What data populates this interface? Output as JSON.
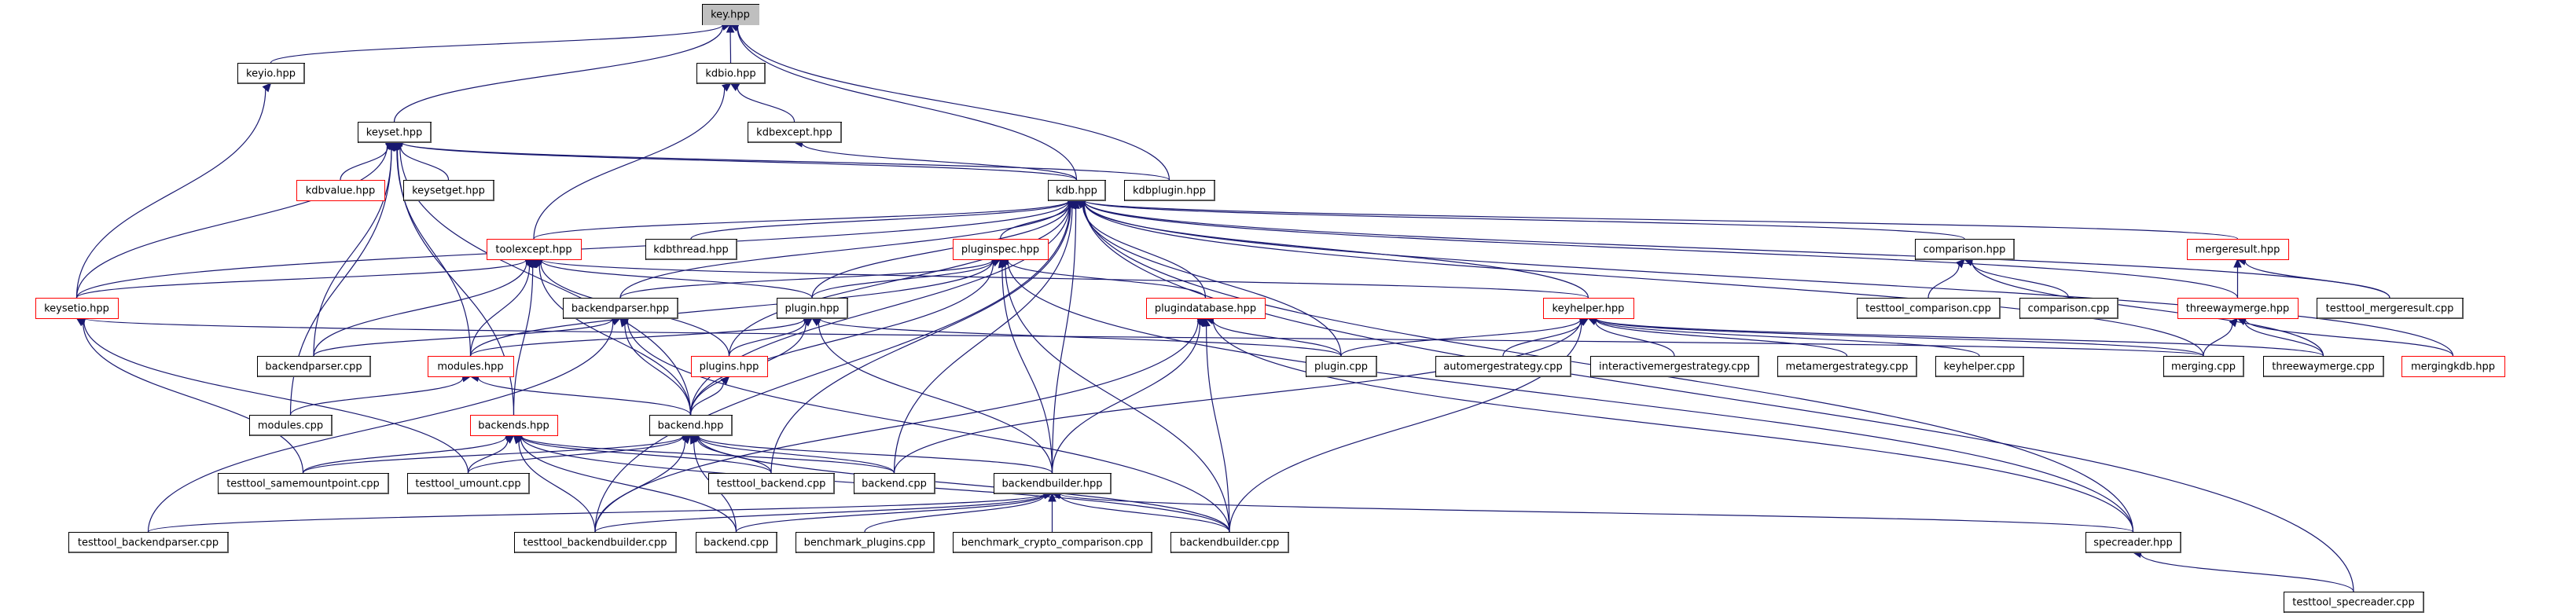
{
  "diagram": {
    "title": "key.hpp",
    "type": "include-dependency-graph",
    "colors": {
      "edge": "#191970",
      "border_documented": "#000000",
      "border_undocumented": "#ff0000",
      "root_fill": "#bfbfbf"
    },
    "nodes": [
      {
        "id": "key_hpp",
        "label": "key.hpp",
        "style": "root"
      },
      {
        "id": "keyio_hpp",
        "label": "keyio.hpp",
        "style": "normal"
      },
      {
        "id": "kdbio_hpp",
        "label": "kdbio.hpp",
        "style": "normal"
      },
      {
        "id": "keyset_hpp",
        "label": "keyset.hpp",
        "style": "normal"
      },
      {
        "id": "kdbexcept_hpp",
        "label": "kdbexcept.hpp",
        "style": "normal"
      },
      {
        "id": "kdbvalue_hpp",
        "label": "kdbvalue.hpp",
        "style": "red"
      },
      {
        "id": "keysetget_hpp",
        "label": "keysetget.hpp",
        "style": "normal"
      },
      {
        "id": "kdb_hpp",
        "label": "kdb.hpp",
        "style": "normal"
      },
      {
        "id": "kdbplugin_hpp",
        "label": "kdbplugin.hpp",
        "style": "normal"
      },
      {
        "id": "toolexcept_hpp",
        "label": "toolexcept.hpp",
        "style": "red"
      },
      {
        "id": "kdbthread_hpp",
        "label": "kdbthread.hpp",
        "style": "normal"
      },
      {
        "id": "pluginspec_hpp",
        "label": "pluginspec.hpp",
        "style": "red"
      },
      {
        "id": "comparison_hpp",
        "label": "comparison.hpp",
        "style": "normal"
      },
      {
        "id": "mergeresult_hpp",
        "label": "mergeresult.hpp",
        "style": "red"
      },
      {
        "id": "keysetio_hpp",
        "label": "keysetio.hpp",
        "style": "red"
      },
      {
        "id": "backendparser_hpp",
        "label": "backendparser.hpp",
        "style": "normal"
      },
      {
        "id": "plugin_hpp",
        "label": "plugin.hpp",
        "style": "normal"
      },
      {
        "id": "plugindatabase_hpp",
        "label": "plugindatabase.hpp",
        "style": "red"
      },
      {
        "id": "keyhelper_hpp",
        "label": "keyhelper.hpp",
        "style": "red"
      },
      {
        "id": "testtool_comparison_cpp",
        "label": "testtool_comparison.cpp",
        "style": "normal"
      },
      {
        "id": "comparison_cpp",
        "label": "comparison.cpp",
        "style": "normal"
      },
      {
        "id": "threewaymerge_hpp",
        "label": "threewaymerge.hpp",
        "style": "red"
      },
      {
        "id": "testtool_mergeresult_cpp",
        "label": "testtool_mergeresult.cpp",
        "style": "normal"
      },
      {
        "id": "backendparser_cpp",
        "label": "backendparser.cpp",
        "style": "normal"
      },
      {
        "id": "modules_hpp",
        "label": "modules.hpp",
        "style": "red"
      },
      {
        "id": "plugins_hpp",
        "label": "plugins.hpp",
        "style": "red"
      },
      {
        "id": "plugin_cpp",
        "label": "plugin.cpp",
        "style": "normal"
      },
      {
        "id": "automergestrategy_cpp",
        "label": "automergestrategy.cpp",
        "style": "normal"
      },
      {
        "id": "interactivemergestrategy_cpp",
        "label": "interactivemergestrategy.cpp",
        "style": "normal"
      },
      {
        "id": "metamergestrategy_cpp",
        "label": "metamergestrategy.cpp",
        "style": "normal"
      },
      {
        "id": "keyhelper_cpp",
        "label": "keyhelper.cpp",
        "style": "normal"
      },
      {
        "id": "merging_cpp",
        "label": "merging.cpp",
        "style": "normal"
      },
      {
        "id": "threewaymerge_cpp",
        "label": "threewaymerge.cpp",
        "style": "normal"
      },
      {
        "id": "mergingkdb_hpp",
        "label": "mergingkdb.hpp",
        "style": "red"
      },
      {
        "id": "modules_cpp",
        "label": "modules.cpp",
        "style": "normal"
      },
      {
        "id": "backends_hpp",
        "label": "backends.hpp",
        "style": "red"
      },
      {
        "id": "backend_hpp",
        "label": "backend.hpp",
        "style": "normal"
      },
      {
        "id": "testtool_samemountpoint_cpp",
        "label": "testtool_samemountpoint.cpp",
        "style": "normal"
      },
      {
        "id": "testtool_umount_cpp",
        "label": "testtool_umount.cpp",
        "style": "normal"
      },
      {
        "id": "testtool_backend_cpp",
        "label": "testtool_backend.cpp",
        "style": "normal"
      },
      {
        "id": "backend_cpp_a",
        "label": "backend.cpp",
        "style": "normal"
      },
      {
        "id": "backendbuilder_hpp",
        "label": "backendbuilder.hpp",
        "style": "normal"
      },
      {
        "id": "testtool_backendparser_cpp",
        "label": "testtool_backendparser.cpp",
        "style": "normal"
      },
      {
        "id": "testtool_backendbuilder_cpp",
        "label": "testtool_backendbuilder.cpp",
        "style": "normal"
      },
      {
        "id": "backend_cpp_b",
        "label": "backend.cpp",
        "style": "normal"
      },
      {
        "id": "benchmark_plugins_cpp",
        "label": "benchmark_plugins.cpp",
        "style": "normal"
      },
      {
        "id": "benchmark_crypto_comparison_cpp",
        "label": "benchmark_crypto_comparison.cpp",
        "style": "normal"
      },
      {
        "id": "backendbuilder_cpp",
        "label": "backendbuilder.cpp",
        "style": "normal"
      },
      {
        "id": "specreader_hpp",
        "label": "specreader.hpp",
        "style": "normal"
      },
      {
        "id": "testtool_specreader_cpp",
        "label": "testtool_specreader.cpp",
        "style": "normal"
      }
    ],
    "edges": [
      [
        "keyio_hpp",
        "key_hpp"
      ],
      [
        "kdbio_hpp",
        "key_hpp"
      ],
      [
        "keyset_hpp",
        "key_hpp"
      ],
      [
        "kdb_hpp",
        "key_hpp"
      ],
      [
        "kdbplugin_hpp",
        "key_hpp"
      ],
      [
        "keysetio_hpp",
        "keyio_hpp"
      ],
      [
        "kdbexcept_hpp",
        "kdbio_hpp"
      ],
      [
        "toolexcept_hpp",
        "kdbio_hpp"
      ],
      [
        "kdbvalue_hpp",
        "keyset_hpp"
      ],
      [
        "keysetget_hpp",
        "keyset_hpp"
      ],
      [
        "kdb_hpp",
        "keyset_hpp"
      ],
      [
        "kdbplugin_hpp",
        "keyset_hpp"
      ],
      [
        "keysetio_hpp",
        "keyset_hpp"
      ],
      [
        "modules_hpp",
        "keyset_hpp"
      ],
      [
        "backendparser_cpp",
        "keyset_hpp"
      ],
      [
        "modules_cpp",
        "keyset_hpp"
      ],
      [
        "backends_hpp",
        "keyset_hpp"
      ],
      [
        "backend_hpp",
        "keyset_hpp"
      ],
      [
        "kdb_hpp",
        "kdbexcept_hpp"
      ],
      [
        "kdbthread_hpp",
        "kdb_hpp"
      ],
      [
        "pluginspec_hpp",
        "kdb_hpp"
      ],
      [
        "plugin_hpp",
        "kdb_hpp"
      ],
      [
        "plugindatabase_hpp",
        "kdb_hpp"
      ],
      [
        "backendparser_hpp",
        "kdb_hpp"
      ],
      [
        "toolexcept_hpp",
        "kdb_hpp"
      ],
      [
        "comparison_hpp",
        "kdb_hpp"
      ],
      [
        "mergeresult_hpp",
        "kdb_hpp"
      ],
      [
        "keyhelper_hpp",
        "kdb_hpp"
      ],
      [
        "threewaymerge_hpp",
        "kdb_hpp"
      ],
      [
        "testtool_mergeresult_cpp",
        "kdb_hpp"
      ],
      [
        "mergingkdb_hpp",
        "kdb_hpp"
      ],
      [
        "plugins_hpp",
        "kdb_hpp"
      ],
      [
        "plugin_cpp",
        "kdb_hpp"
      ],
      [
        "backend_hpp",
        "kdb_hpp"
      ],
      [
        "backend_cpp_a",
        "kdb_hpp"
      ],
      [
        "testtool_backend_cpp",
        "kdb_hpp"
      ],
      [
        "backendbuilder_hpp",
        "kdb_hpp"
      ],
      [
        "merging_cpp",
        "kdb_hpp"
      ],
      [
        "specreader_hpp",
        "kdb_hpp"
      ],
      [
        "testtool_specreader_cpp",
        "kdb_hpp"
      ],
      [
        "testtool_backendbuilder_cpp",
        "kdb_hpp"
      ],
      [
        "keysetio_hpp",
        "kdb_hpp"
      ],
      [
        "keysetio_hpp",
        "toolexcept_hpp"
      ],
      [
        "backendparser_cpp",
        "toolexcept_hpp"
      ],
      [
        "modules_hpp",
        "toolexcept_hpp"
      ],
      [
        "backends_hpp",
        "toolexcept_hpp"
      ],
      [
        "backend_hpp",
        "toolexcept_hpp"
      ],
      [
        "plugins_hpp",
        "toolexcept_hpp"
      ],
      [
        "plugin_hpp",
        "toolexcept_hpp"
      ],
      [
        "keyhelper_hpp",
        "toolexcept_hpp"
      ],
      [
        "plugin_hpp",
        "pluginspec_hpp"
      ],
      [
        "plugindatabase_hpp",
        "pluginspec_hpp"
      ],
      [
        "backendparser_hpp",
        "pluginspec_hpp"
      ],
      [
        "modules_hpp",
        "pluginspec_hpp"
      ],
      [
        "backend_hpp",
        "pluginspec_hpp"
      ],
      [
        "backendbuilder_hpp",
        "pluginspec_hpp"
      ],
      [
        "backendbuilder_cpp",
        "pluginspec_hpp"
      ],
      [
        "specreader_hpp",
        "pluginspec_hpp"
      ],
      [
        "testtool_comparison_cpp",
        "comparison_hpp"
      ],
      [
        "comparison_cpp",
        "comparison_hpp"
      ],
      [
        "threewaymerge_cpp",
        "comparison_hpp"
      ],
      [
        "threewaymerge_hpp",
        "mergeresult_hpp"
      ],
      [
        "testtool_mergeresult_cpp",
        "mergeresult_hpp"
      ],
      [
        "testtool_samemountpoint_cpp",
        "keysetio_hpp"
      ],
      [
        "testtool_umount_cpp",
        "keysetio_hpp"
      ],
      [
        "merging_cpp",
        "keysetio_hpp"
      ],
      [
        "backendparser_cpp",
        "backendparser_hpp"
      ],
      [
        "backend_hpp",
        "backendparser_hpp"
      ],
      [
        "testtool_backendparser_cpp",
        "backendparser_hpp"
      ],
      [
        "backendbuilder_cpp",
        "backendparser_hpp"
      ],
      [
        "modules_hpp",
        "plugin_hpp"
      ],
      [
        "plugins_hpp",
        "plugin_hpp"
      ],
      [
        "backend_hpp",
        "plugin_hpp"
      ],
      [
        "plugin_cpp",
        "plugin_hpp"
      ],
      [
        "backendbuilder_hpp",
        "plugin_hpp"
      ],
      [
        "plugin_cpp",
        "plugindatabase_hpp"
      ],
      [
        "backendbuilder_hpp",
        "plugindatabase_hpp"
      ],
      [
        "backendbuilder_cpp",
        "plugindatabase_hpp"
      ],
      [
        "specreader_hpp",
        "plugindatabase_hpp"
      ],
      [
        "testtool_backendbuilder_cpp",
        "plugindatabase_hpp"
      ],
      [
        "plugin_cpp",
        "keyhelper_hpp"
      ],
      [
        "automergestrategy_cpp",
        "keyhelper_hpp"
      ],
      [
        "interactivemergestrategy_cpp",
        "keyhelper_hpp"
      ],
      [
        "metamergestrategy_cpp",
        "keyhelper_hpp"
      ],
      [
        "keyhelper_cpp",
        "keyhelper_hpp"
      ],
      [
        "merging_cpp",
        "keyhelper_hpp"
      ],
      [
        "threewaymerge_cpp",
        "keyhelper_hpp"
      ],
      [
        "backend_cpp_a",
        "keyhelper_hpp"
      ],
      [
        "backendbuilder_cpp",
        "keyhelper_hpp"
      ],
      [
        "merging_cpp",
        "threewaymerge_hpp"
      ],
      [
        "threewaymerge_cpp",
        "threewaymerge_hpp"
      ],
      [
        "mergingkdb_hpp",
        "threewaymerge_hpp"
      ],
      [
        "modules_cpp",
        "modules_hpp"
      ],
      [
        "backend_hpp",
        "modules_hpp"
      ],
      [
        "backend_hpp",
        "plugins_hpp"
      ],
      [
        "testtool_samemountpoint_cpp",
        "backends_hpp"
      ],
      [
        "testtool_umount_cpp",
        "backends_hpp"
      ],
      [
        "testtool_backend_cpp",
        "backends_hpp"
      ],
      [
        "backend_cpp_a",
        "backends_hpp"
      ],
      [
        "backendbuilder_cpp",
        "backends_hpp"
      ],
      [
        "testtool_backendbuilder_cpp",
        "backends_hpp"
      ],
      [
        "backend_cpp_b",
        "backends_hpp"
      ],
      [
        "testtool_backend_cpp",
        "backend_hpp"
      ],
      [
        "backend_cpp_a",
        "backend_hpp"
      ],
      [
        "backendbuilder_hpp",
        "backend_hpp"
      ],
      [
        "testtool_samemountpoint_cpp",
        "backend_hpp"
      ],
      [
        "testtool_umount_cpp",
        "backend_hpp"
      ],
      [
        "testtool_backendbuilder_cpp",
        "backend_hpp"
      ],
      [
        "backendbuilder_cpp",
        "backend_hpp"
      ],
      [
        "backend_cpp_b",
        "backend_hpp"
      ],
      [
        "testtool_backendparser_cpp",
        "backendbuilder_hpp"
      ],
      [
        "testtool_backendbuilder_cpp",
        "backendbuilder_hpp"
      ],
      [
        "backend_cpp_b",
        "backendbuilder_hpp"
      ],
      [
        "benchmark_plugins_cpp",
        "backendbuilder_hpp"
      ],
      [
        "benchmark_crypto_comparison_cpp",
        "backendbuilder_hpp"
      ],
      [
        "backendbuilder_cpp",
        "backendbuilder_hpp"
      ],
      [
        "specreader_hpp",
        "backendbuilder_hpp"
      ],
      [
        "testtool_specreader_cpp",
        "specreader_hpp"
      ]
    ]
  }
}
